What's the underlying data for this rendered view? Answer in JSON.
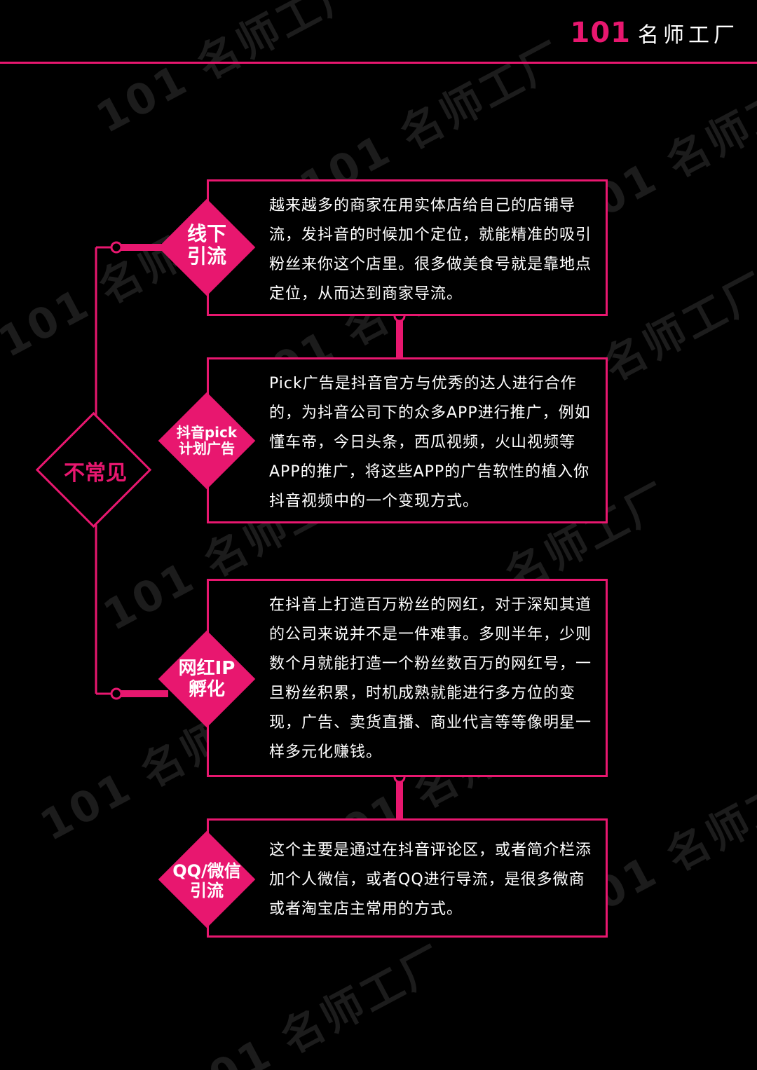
{
  "brand": {
    "number": "101",
    "name": "名师工厂"
  },
  "watermark": "101 名师工厂",
  "hub": {
    "label": "不常见"
  },
  "cards": [
    {
      "tag_line1": "线下",
      "tag_line2": "引流",
      "text": "越来越多的商家在用实体店给自己的店铺导流，发抖音的时候加个定位，就能精准的吸引粉丝来你这个店里。很多做美食号就是靠地点定位，从而达到商家导流。"
    },
    {
      "tag_line1": "抖音pick",
      "tag_line2": "计划广告",
      "text": "Pick广告是抖音官方与优秀的达人进行合作的，为抖音公司下的众多APP进行推广，例如懂车帝，今日头条，西瓜视频，火山视频等APP的推广，将这些APP的广告软性的植入你抖音视频中的一个变现方式。"
    },
    {
      "tag_line1": "网红IP",
      "tag_line2": "孵化",
      "text": "在抖音上打造百万粉丝的网红，对于深知其道的公司来说并不是一件难事。多则半年，少则数个月就能打造一个粉丝数百万的网红号，一旦粉丝积累，时机成熟就能进行多方位的变现，广告、卖货直播、商业代言等等像明星一样多元化赚钱。"
    },
    {
      "tag_line1": "QQ/微信",
      "tag_line2": "引流",
      "text": "这个主要是通过在抖音评论区，或者简介栏添加个人微信，或者QQ进行导流，是很多微商或者淘宝店主常用的方式。"
    }
  ],
  "colors": {
    "accent": "#e8176f",
    "background": "#000000",
    "text": "#ffffff"
  }
}
